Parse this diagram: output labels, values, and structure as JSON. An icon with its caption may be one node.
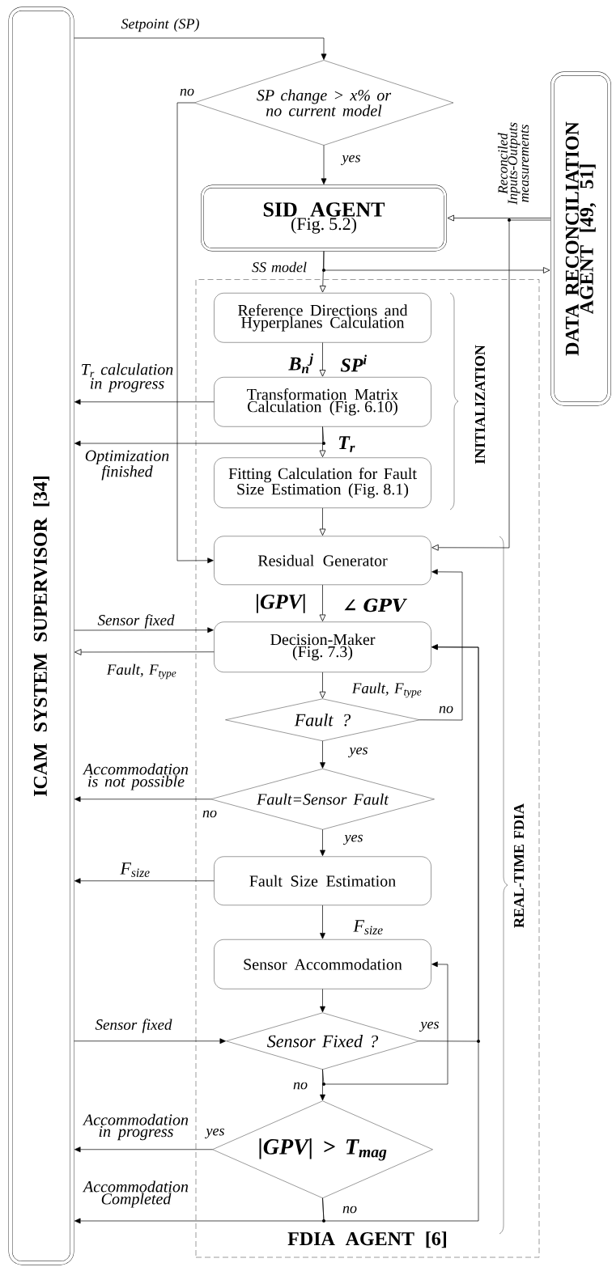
{
  "diagram": {
    "nodes": [
      {
        "text": [
          "ICAM SYSTEM SUPERVISOR [34]"
        ]
      },
      {
        "text": [
          "DATA RECONCILIATION AGENT [49, 51]"
        ]
      },
      {
        "text": [
          "SP change > x% or no current model"
        ]
      },
      {
        "text": [
          "SID AGENT",
          "(Fig. 5.2)"
        ]
      },
      {
        "text": [
          "FDIA AGENT [6]"
        ]
      },
      {
        "text": [
          "Reference Directions and Hyperplanes Calculation"
        ],
        "in": 4
      },
      {
        "text": [
          "Transformation Matrix Calculation (Fig. 6.10)"
        ],
        "in": 4
      },
      {
        "text": [
          "Fitting Calculation for Fault Size Estimation (Fig. 8.1)"
        ],
        "in": 4
      },
      {
        "text": [
          "Residual Generator"
        ],
        "in": 4
      },
      {
        "text": [
          "Decision-Maker (Fig. 7.3)"
        ],
        "in": 4
      },
      {
        "text": [
          "Fault ?"
        ],
        "in": 4
      },
      {
        "text": [
          "Fault=Sensor Fault"
        ],
        "in": 4
      },
      {
        "text": [
          "Fault Size Estimation"
        ],
        "in": 4
      },
      {
        "text": [
          "Sensor Accommodation"
        ],
        "in": 4
      },
      {
        "text": [
          "Sensor Fixed ?"
        ],
        "in": 4
      },
      {
        "text": [
          "|GPV| > T$_{mag}$"
        ],
        "in": 4
      }
    ],
    "edges": [
      {
        "from": 0,
        "to": 2,
        "arrow": "to",
        "label": "Setpoint (SP)"
      },
      {
        "from": 2,
        "to": 3,
        "arrow": "to",
        "label": "yes"
      },
      {
        "from": 2,
        "to": 8,
        "arrow": "to",
        "label": "no"
      },
      {
        "from": 1,
        "to": 3,
        "arrow": "to",
        "label": "Reconciled Inputs-Outputs measurements"
      },
      {
        "from": 1,
        "to": 8,
        "arrow": "to"
      },
      {
        "from": 3,
        "to": 5,
        "arrow": "to",
        "label": "SS model"
      },
      {
        "from": 3,
        "to": 1,
        "arrow": "to"
      },
      {
        "from": 5,
        "to": 6,
        "arrow": "to",
        "label": "B$_{n}$$^{j}$"
      },
      {
        "from": 6,
        "to": 7,
        "arrow": "to",
        "label": "T$_{r}$"
      },
      {
        "from": 6,
        "to": 0,
        "arrow": "to",
        "label": "T$_{r}$ calculation in progress"
      },
      {
        "from": 6,
        "to": 0,
        "arrow": "to",
        "label": "Optimization finished"
      },
      {
        "from": 7,
        "to": 8,
        "arrow": "to"
      },
      {
        "from": 8,
        "to": 9,
        "arrow": "to",
        "label": "|GPV|"
      },
      {
        "from": 0,
        "to": 9,
        "arrow": "to",
        "label": "Sensor fixed"
      },
      {
        "from": 9,
        "to": 0,
        "arrow": "to",
        "label": "Fault, F$_{type}$"
      },
      {
        "from": 9,
        "to": 10,
        "arrow": "to",
        "label": "Fault, F$_{type}$"
      },
      {
        "from": 10,
        "to": 8,
        "arrow": "to",
        "label": "no"
      },
      {
        "from": 10,
        "to": 11,
        "arrow": "to",
        "label": "yes"
      },
      {
        "from": 11,
        "to": 0,
        "arrow": "to",
        "label": "Accommodation is not possible"
      },
      {
        "from": 11,
        "to": 12,
        "arrow": "to",
        "label": "yes"
      },
      {
        "from": 12,
        "to": 0,
        "arrow": "to",
        "label": "F$_{size}$"
      },
      {
        "from": 12,
        "to": 13,
        "arrow": "to",
        "label": "F$_{size}$"
      },
      {
        "from": 13,
        "to": 14,
        "arrow": "to"
      },
      {
        "from": 0,
        "to": 14,
        "arrow": "to",
        "label": "Sensor fixed"
      },
      {
        "from": 14,
        "to": 15,
        "arrow": "to",
        "label": "no"
      },
      {
        "from": 14,
        "to": 13,
        "arrow": "to"
      },
      {
        "from": 14,
        "to": 9,
        "arrow": "to",
        "label": "yes"
      },
      {
        "from": 15,
        "to": 0,
        "arrow": "to",
        "label": "Accommodation in progress"
      },
      {
        "from": 15,
        "to": 0,
        "arrow": "to",
        "label": "Accommodation Completed"
      },
      {
        "from": 15,
        "to": 9,
        "arrow": "to"
      }
    ],
    "labels": [
      "SP$^{i}$",
      "INITIALIZATION",
      "∠ GPV",
      "no",
      "REAL-TIME FDIA",
      "yes",
      "no"
    ]
  }
}
